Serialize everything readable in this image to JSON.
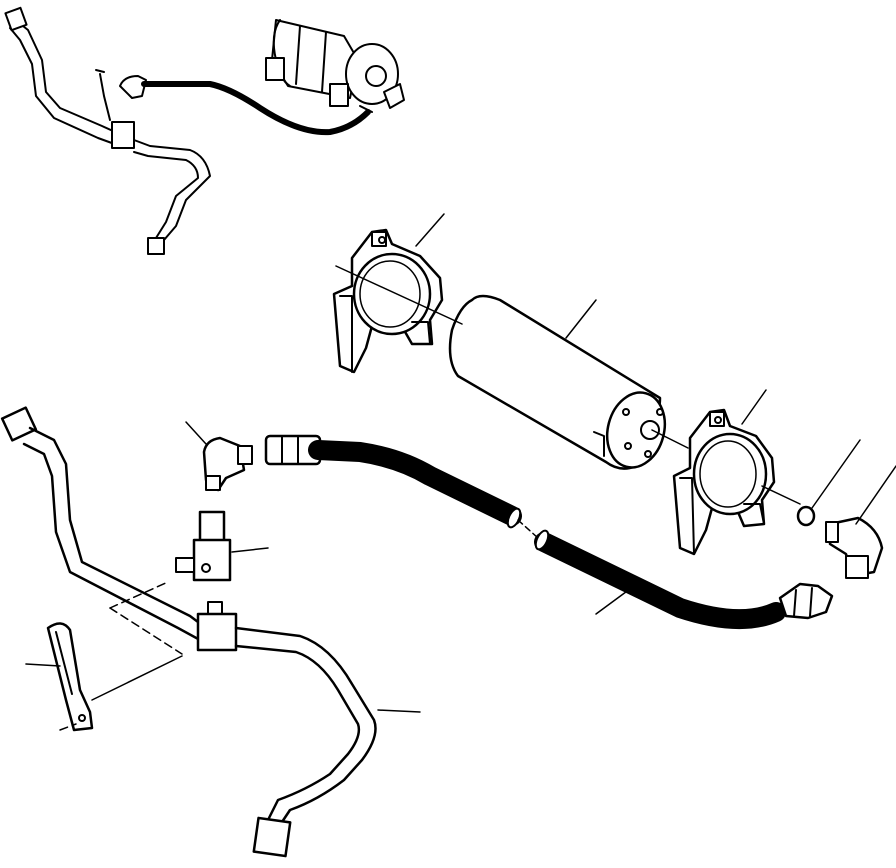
{
  "diagram": {
    "labels": [],
    "colors": {
      "ink": "#000000",
      "paper": "#ffffff"
    },
    "parts": [
      {
        "name": "overview-assembly"
      },
      {
        "name": "mounting-bracket-left"
      },
      {
        "name": "filter-canister"
      },
      {
        "name": "mounting-bracket-right"
      },
      {
        "name": "o-ring"
      },
      {
        "name": "elbow-fitting-right"
      },
      {
        "name": "hydraulic-hose"
      },
      {
        "name": "elbow-fitting-left"
      },
      {
        "name": "tee-fitting"
      },
      {
        "name": "valve-lever"
      },
      {
        "name": "supply-tube"
      }
    ]
  }
}
